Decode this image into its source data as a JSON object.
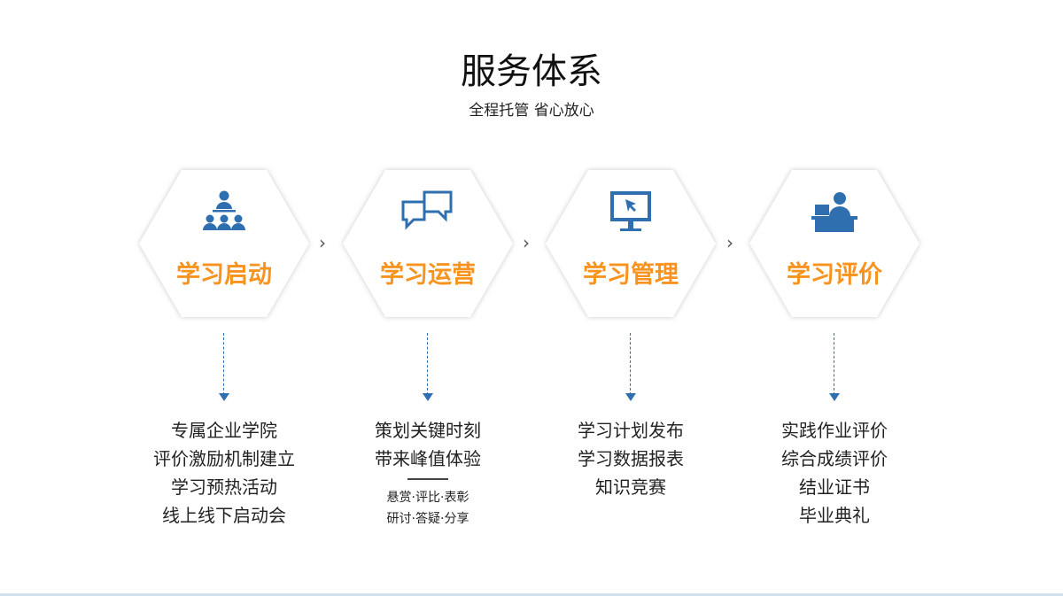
{
  "header": {
    "title": "服务体系",
    "subtitle": "全程托管 省心放心"
  },
  "steps": [
    {
      "label": "学习启动",
      "icon": "teacher-audience-icon",
      "items": [
        "专属企业学院",
        "评价激励机制建立",
        "学习预热活动",
        "线上线下启动会"
      ]
    },
    {
      "label": "学习运营",
      "icon": "chat-bubbles-icon",
      "items": [
        "策划关键时刻",
        "带来峰值体验"
      ],
      "notes": [
        "悬赏·评比·表彰",
        "研讨·答疑·分享"
      ]
    },
    {
      "label": "学习管理",
      "icon": "monitor-cursor-icon",
      "items": [
        "学习计划发布",
        "学习数据报表",
        "知识竞赛"
      ]
    },
    {
      "label": "学习评价",
      "icon": "person-at-desk-icon",
      "items": [
        "实践作业评价",
        "综合成绩评价",
        "结业证书",
        "毕业典礼"
      ]
    }
  ],
  "separator": "›",
  "colors": {
    "accent": "#f7931e",
    "icon": "#2f6fb0"
  }
}
